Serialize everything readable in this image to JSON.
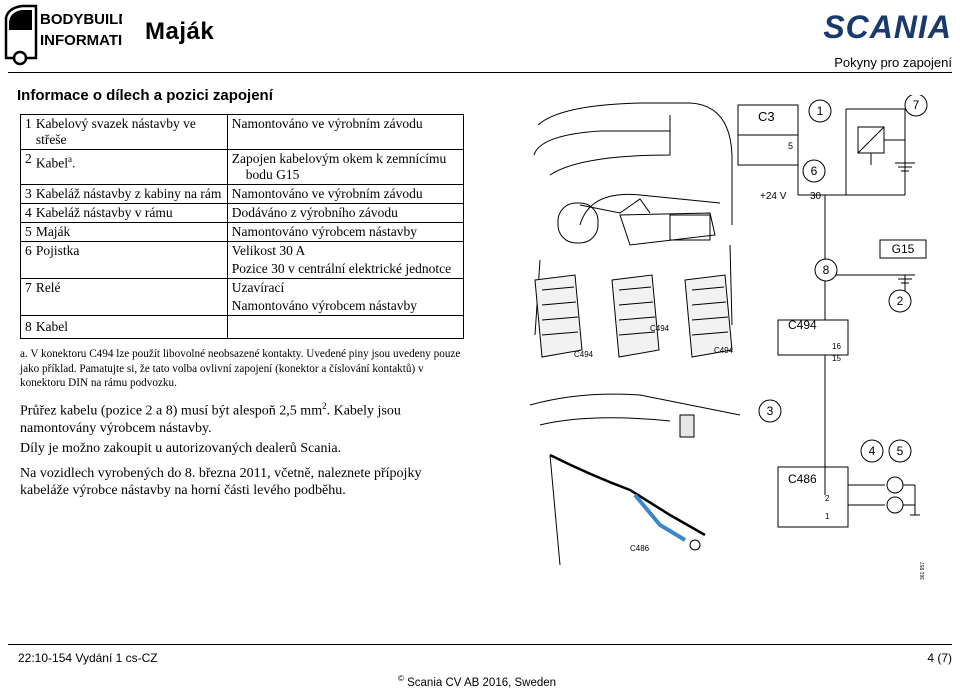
{
  "header": {
    "logo_line1": "BODYBUILDING",
    "logo_line2": "INFORMATION",
    "title": "Maják",
    "brand": "SCANIA",
    "subtitle": "Pokyny pro zapojení"
  },
  "section": {
    "title": "Informace o dílech a pozici zapojení"
  },
  "parts": [
    {
      "num": "1",
      "name": "Kabelový svazek nástavby ve",
      "name2": "střeše",
      "detail": "Namontováno ve výrobním závodu",
      "detail2": ""
    },
    {
      "num": "2",
      "name": "Kabel",
      "sup": "a",
      "name_end": ".",
      "detail": "Zapojen kabelovým okem k zemnícímu",
      "detail2": "bodu G15"
    },
    {
      "num": "3",
      "name": "Kabeláž nástavby z kabiny na rám",
      "detail": "Namontováno ve výrobním závodu",
      "detail2": ""
    },
    {
      "num": "4",
      "name": "Kabeláž nástavby v rámu",
      "detail": "Dodáváno z výrobního závodu",
      "detail2": ""
    },
    {
      "num": "5",
      "name": "Maják",
      "detail": "Namontováno výrobcem nástavby",
      "detail2": ""
    },
    {
      "num": "6",
      "name": "Pojistka",
      "detail": "Velikost 30 A",
      "detail2": "Pozice 30 v centrální elektrické jednotce"
    },
    {
      "num": "7",
      "name": "Relé",
      "detail": "Uzavírací",
      "detail2": "Namontováno výrobcem nástavby"
    },
    {
      "num": "8",
      "name": "Kabel",
      "detail": "",
      "detail2": ""
    }
  ],
  "footnote": "a. V konektoru C494 lze použít libovolné neobsazené kontakty. Uvedené piny jsou uvedeny pouze jako příklad. Pamatujte si, že tato volba ovlivní zapojení (konektor a číslování kontaktů) v konektoru DIN na rámu podvozku.",
  "notes": {
    "n1_before": "Průřez kabelu (pozice 2 a 8) musí být alespoň 2,5 mm",
    "n1_sup": "2",
    "n1_after": ". Kabely jsou namontovány výrobcem nástavby.",
    "n2": "Díly je možno zakoupit u autorizovaných dealerů Scania.",
    "n3": "Na vozidlech vyrobených do 8. března 2011, včetně, naleznete přípojky kabeláže výrobce nástavby na horní části levého podběhu."
  },
  "diagram": {
    "c3": "C3",
    "plus24": "+24 V",
    "pin5": "5",
    "pin30": "30",
    "c494": "C494",
    "pin16": "16",
    "pin15": "15",
    "g15": "G15",
    "c486": "C486",
    "pin2": "2",
    "pin1": "1",
    "callout1": "1",
    "callout2": "2",
    "callout3": "3",
    "callout4": "4",
    "callout5": "5",
    "callout6": "6",
    "callout7": "7",
    "callout8": "8",
    "label_c494_a": "C494",
    "label_c494_b": "C494",
    "label_c494_c": "C494",
    "label_c486": "C486",
    "img_ref": "361 957"
  },
  "footer": {
    "doc_id": "22:10-154 Vydání 1 cs-CZ",
    "page": "4 (7)",
    "copyright_symbol": "©",
    "copyright": "Scania CV AB 2016, Sweden"
  }
}
